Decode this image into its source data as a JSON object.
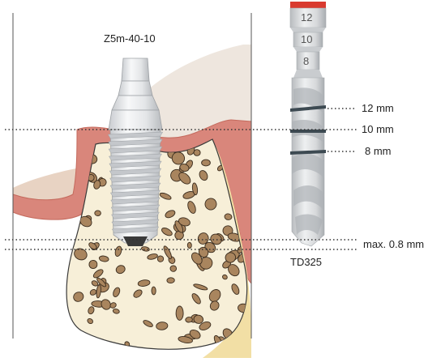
{
  "implant": {
    "name": "Z5m-40-10"
  },
  "drill": {
    "name": "TD325",
    "depth_markings": [
      "12",
      "10",
      "8"
    ],
    "color_band": "#d93a2f"
  },
  "measurements": [
    {
      "label": "12 mm"
    },
    {
      "label": "10 mm"
    },
    {
      "label": "8 mm"
    },
    {
      "label": "max. 0.8 mm"
    }
  ],
  "colors": {
    "gingiva": "#d9857a",
    "gingiva_dark": "#c96a5e",
    "soft_tissue": "#e9d9cc",
    "background_tissue": "#eee7e0",
    "bone_cortical": "#f4e6bc",
    "bone_cancellous": "#f6edd2",
    "bone_pores": "#a9855e",
    "implant": "#e6e8ea",
    "implant_tip": "#3a3a3a",
    "drill_body": "#d8dadc",
    "drill_marks": "#3d4a52"
  }
}
